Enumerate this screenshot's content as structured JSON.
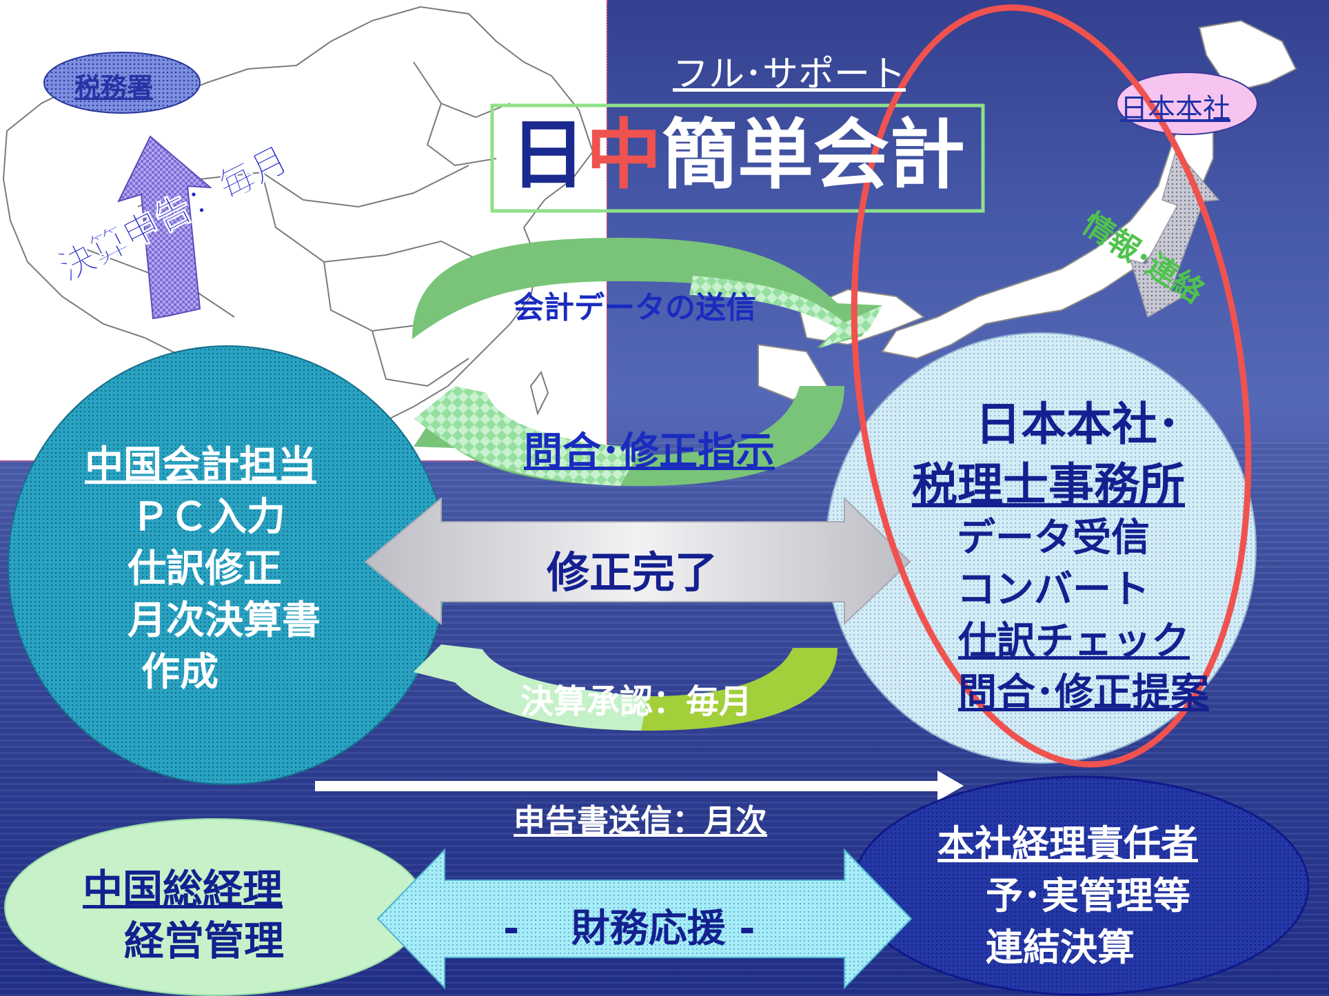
{
  "diagram": {
    "subtitle": "フル･サポート",
    "title": {
      "part1": "日",
      "part2": "中",
      "part3": "簡単会計"
    },
    "nodes": {
      "tax_office": "税務署",
      "japan_hq_oval": "日本本社",
      "china_accounting": {
        "heading": "中国会計担当",
        "lines": [
          "ＰＣ入力",
          "仕訳修正",
          "月次決算書",
          "作成"
        ]
      },
      "japan_hq_tax": {
        "line1": "日本本社･",
        "heading": "税理士事務所",
        "lines": [
          "データ受信",
          "コンバート",
          "仕訳チェック",
          "問合･修正提案"
        ]
      },
      "china_gm": {
        "heading": "中国総経理",
        "line2": "経営管理"
      },
      "hq_finance": {
        "heading": "本社経理責任者",
        "line2": "予･実管理等",
        "line3": "連結決算"
      }
    },
    "labels": {
      "monthly_filing": "決算申告：毎月",
      "info_contact": "情報･連絡",
      "send_data": "会計データの送信",
      "inquiry": "問合･修正指示",
      "correction_done": "修正完了",
      "approval": "決算承認：毎月",
      "report_send": "申告書送信：月次",
      "finance_support": "-　 財務応援 -"
    },
    "colors": {
      "red_circle": "#f0524f",
      "teal_circle": "#1d8fb0",
      "pale_circle": "#bfe6f5",
      "navy_oval": "#1e2f9a",
      "mint_oval": "#c4f0c8",
      "green_arrow": "#77c47a",
      "lime_arrow": "#a6c93a",
      "title_frame": "#8fe08a"
    }
  }
}
